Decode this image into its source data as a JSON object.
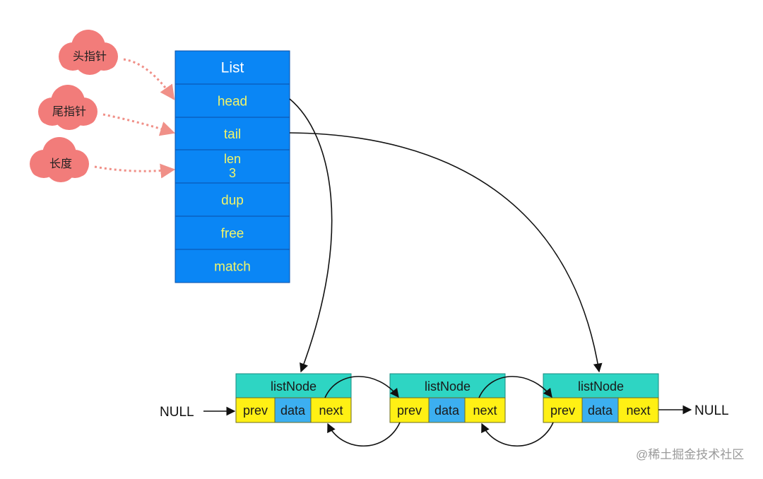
{
  "clouds": [
    {
      "label": "头指针",
      "points_to": "head"
    },
    {
      "label": "尾指针",
      "points_to": "tail"
    },
    {
      "label": "长度",
      "points_to": "len"
    }
  ],
  "list_struct": {
    "title": "List",
    "fields": [
      {
        "key": "head",
        "lines": [
          "head"
        ]
      },
      {
        "key": "tail",
        "lines": [
          "tail"
        ]
      },
      {
        "key": "len",
        "lines": [
          "len",
          "3"
        ]
      },
      {
        "key": "dup",
        "lines": [
          "dup"
        ]
      },
      {
        "key": "free",
        "lines": [
          "free"
        ]
      },
      {
        "key": "match",
        "lines": [
          "match"
        ]
      }
    ]
  },
  "nodes": [
    {
      "title": "listNode",
      "cells": [
        "prev",
        "data",
        "next"
      ]
    },
    {
      "title": "listNode",
      "cells": [
        "prev",
        "data",
        "next"
      ]
    },
    {
      "title": "listNode",
      "cells": [
        "prev",
        "data",
        "next"
      ]
    }
  ],
  "null_left": "NULL",
  "null_right": "NULL",
  "watermark": "@稀土掘金技术社区",
  "colors": {
    "struct_fill": "#0a86f5",
    "struct_border": "#0a4fa8",
    "title_text": "#ffffff",
    "field_text": "#f1f56a",
    "cloud": "#f27c7a",
    "cloud_arrow": "#f09088",
    "node_header": "#2ed5c3",
    "cell_yellow": "#fff014",
    "cell_blue": "#3caff0",
    "line": "#111111",
    "watermark": "#9a9a9a"
  }
}
